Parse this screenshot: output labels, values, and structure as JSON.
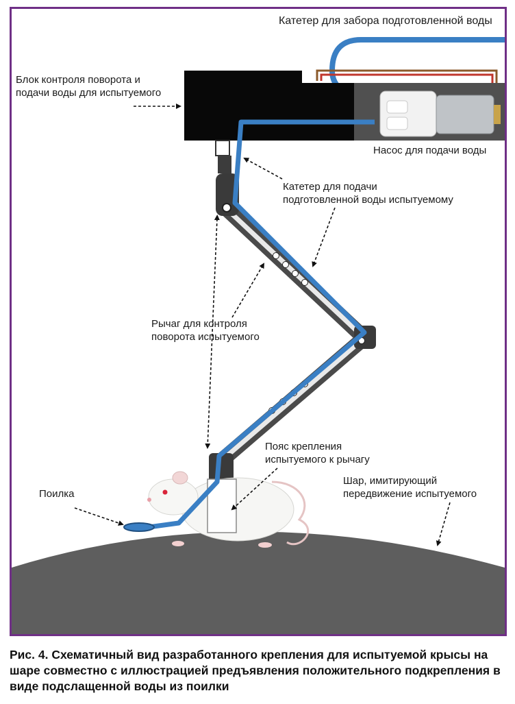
{
  "labels": {
    "intake_catheter": "Катетер для забора подготовленной воды",
    "control_block": "Блок контроля поворота и\nподачи воды для испытуемого",
    "pump": "Насос для подачи воды",
    "supply_catheter": "Катетер для подачи\nподготовленной воды испытуемому",
    "rotation_lever": "Рычаг для  контроля\nповорота испытуемого",
    "harness": "Пояс крепления\nиспытуемого к рычагу",
    "drinker": "Поилка",
    "ball": "Шар, имитирующий\nпередвижение испытуемого"
  },
  "caption": "Рис. 4. Схематичный вид разработанного крепления для испытуемой крысы на шаре совместно с иллюстрацией предъявления положительного подкреп­ления в виде подслащенной воды из поилки",
  "colors": {
    "frame": "#6f2f86",
    "catheter": "#3a7fc4",
    "block": "#080808",
    "ball": "#5e5e5e",
    "lever": "#4a4a4a",
    "wire_red": "#c0362c",
    "wire_brown": "#8b5a2b"
  }
}
